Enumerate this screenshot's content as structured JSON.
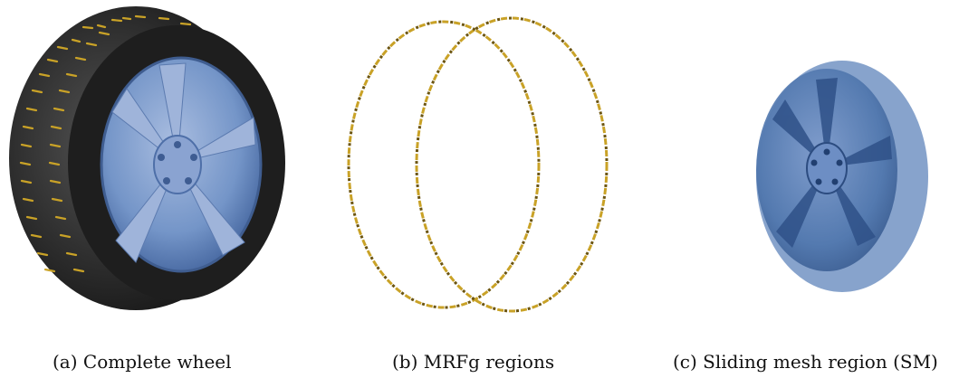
{
  "figure": {
    "panels": [
      {
        "id": "a",
        "caption": "(a) Complete wheel"
      },
      {
        "id": "b",
        "caption": "(b) MRFg regions"
      },
      {
        "id": "c",
        "caption": "(c) Sliding mesh region (SM)"
      }
    ],
    "colors": {
      "tire": "#2b2b2b",
      "groove_gold": "#c9a227",
      "rim_blue": "#6f8fc2",
      "sm_blue": "#4a72a8"
    }
  }
}
